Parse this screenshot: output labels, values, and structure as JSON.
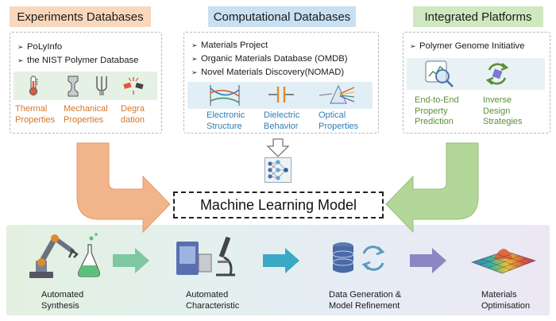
{
  "experiments": {
    "title": "Experiments Databases",
    "items": [
      "PoLyInfo",
      "the NIST Polymer Database"
    ],
    "properties": [
      {
        "line1": "Thermal",
        "line2": "Properties",
        "icon": "thermometer-icon"
      },
      {
        "line1": "Mechanical",
        "line2": "Properties",
        "icon": "tensile-specimen-icon"
      },
      {
        "line1": "Degra",
        "line2": "dation",
        "icon": "degradation-icon"
      }
    ]
  },
  "computational": {
    "title": "Computational Databases",
    "items": [
      "Materials Project",
      "Organic Materials Database (OMDB)",
      "Novel Materials Discovery(NOMAD)"
    ],
    "properties": [
      {
        "line1": "Electronic",
        "line2": "Structure",
        "icon": "band-structure-icon"
      },
      {
        "line1": "Dielectric",
        "line2": "Behavior",
        "icon": "capacitor-icon"
      },
      {
        "line1": "Optical",
        "line2": "Properties",
        "icon": "prism-icon"
      }
    ]
  },
  "integrated": {
    "title": "Integrated Platforms",
    "items": [
      "Polymer Genome Initiative"
    ],
    "properties": [
      {
        "line1": "End-to-End",
        "line2": "Property",
        "line3": "Prediction",
        "icon": "prediction-magnifier-icon"
      },
      {
        "line1": "Inverse",
        "line2": "Design",
        "line3": "Strategies",
        "icon": "cycle-arrows-icon"
      }
    ]
  },
  "ml_model": {
    "label": "Machine Learning Model",
    "icon": "neural-network-icon"
  },
  "workflow": [
    {
      "line1": "Automated",
      "line2": "Synthesis",
      "icon": "robot-arm-icon"
    },
    {
      "line1": "Automated",
      "line2": "Characteristic",
      "icon": "microscope-icon"
    },
    {
      "line1": "Data Generation &",
      "line2": "Model Refinement",
      "icon": "database-icon"
    },
    {
      "line1": "Materials",
      "line2": "Optimisation",
      "icon": "surface-plot-icon"
    }
  ],
  "colors": {
    "experiments_header": "#f9d7bd",
    "experiments_text": "#d4762a",
    "computational_header": "#c8e0f2",
    "computational_text": "#2f7fb5",
    "integrated_header": "#cfe8c0",
    "integrated_text": "#5b8f35",
    "orange_arrow": "#f2b48a",
    "green_arrow": "#b2d798",
    "workflow_green_arrow": "#7dc8a0",
    "workflow_teal_arrow": "#3aa9c6",
    "workflow_purple_arrow": "#8e86c2"
  }
}
